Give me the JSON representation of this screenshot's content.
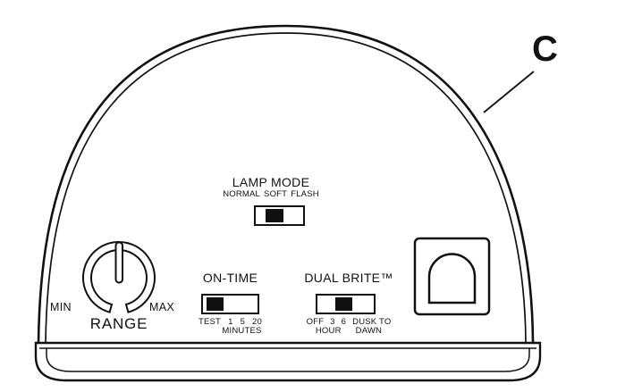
{
  "figure": {
    "callout_label": "C"
  },
  "controls": {
    "lamp_mode": {
      "title": "LAMP MODE",
      "positions": [
        "NORMAL",
        "SOFT",
        "FLASH"
      ]
    },
    "on_time": {
      "title": "ON-TIME",
      "ticks": [
        "TEST",
        "1",
        "5",
        "20"
      ],
      "unit": "MINUTES"
    },
    "dual_brite": {
      "title": "DUAL BRITE™",
      "ticks": [
        "OFF",
        "3",
        "6",
        "DUSK TO"
      ],
      "ticks_line2": [
        "HOUR",
        "DAWN"
      ]
    },
    "range": {
      "title": "RANGE",
      "min": "MIN",
      "max": "MAX"
    }
  }
}
